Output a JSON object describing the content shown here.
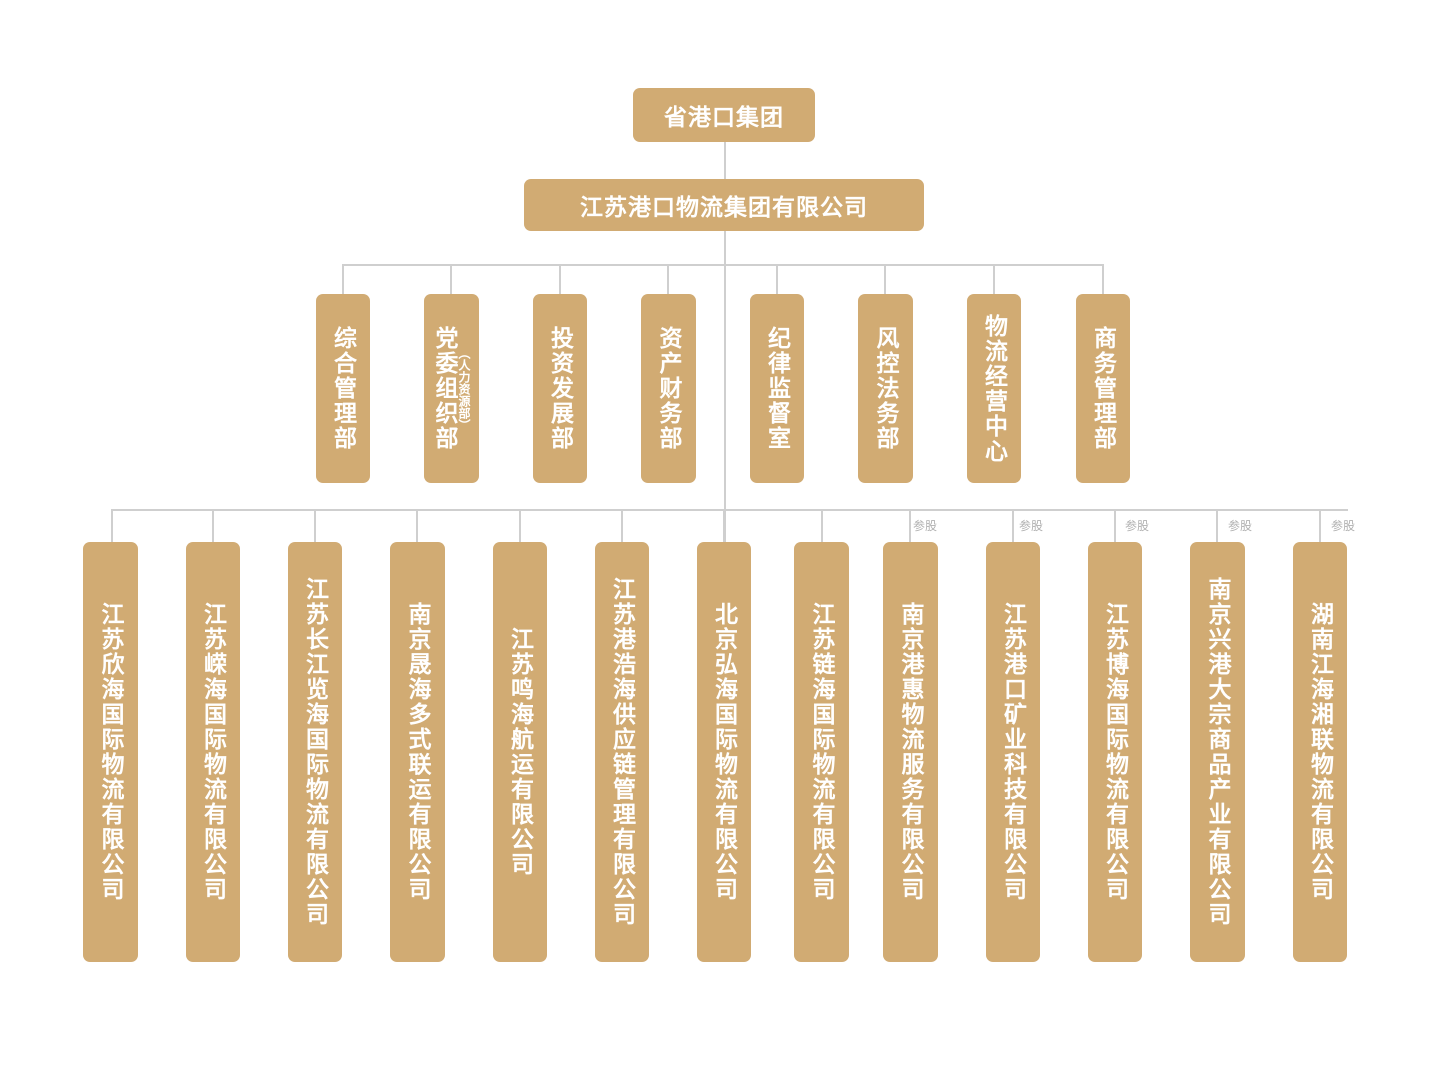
{
  "top": {
    "label": "省港口集团"
  },
  "company": {
    "label": "江苏港口物流集团有限公司"
  },
  "departments": [
    {
      "label": "综合管理部",
      "note": ""
    },
    {
      "label": "党委组织部",
      "note": "（人力资源部）"
    },
    {
      "label": "投资发展部",
      "note": ""
    },
    {
      "label": "资产财务部",
      "note": ""
    },
    {
      "label": "纪律监督室",
      "note": ""
    },
    {
      "label": "风控法务部",
      "note": ""
    },
    {
      "label": "物流经营中心",
      "note": ""
    },
    {
      "label": "商务管理部",
      "note": ""
    }
  ],
  "subsidiaries": [
    {
      "label": "江苏欣海国际物流有限公司",
      "tag": ""
    },
    {
      "label": "江苏嵘海国际物流有限公司",
      "tag": ""
    },
    {
      "label": "江苏长江览海国际物流有限公司",
      "tag": ""
    },
    {
      "label": "南京晟海多式联运有限公司",
      "tag": ""
    },
    {
      "label": "江苏鸣海航运有限公司",
      "tag": ""
    },
    {
      "label": "江苏港浩海供应链管理有限公司",
      "tag": ""
    },
    {
      "label": "北京弘海国际物流有限公司",
      "tag": ""
    },
    {
      "label": "江苏链海国际物流有限公司",
      "tag": ""
    },
    {
      "label": "南京港惠物流服务有限公司",
      "tag": "参股"
    },
    {
      "label": "江苏港口矿业科技有限公司",
      "tag": "参股"
    },
    {
      "label": "江苏博海国际物流有限公司",
      "tag": "参股"
    },
    {
      "label": "南京兴港大宗商品产业有限公司",
      "tag": "参股"
    },
    {
      "label": "湖南江海湘联物流有限公司",
      "tag": "参股"
    }
  ],
  "colors": {
    "box": "#d1ab73",
    "line": "#cfcfcf",
    "text": "#ffffff",
    "tag": "#b0b0b0"
  }
}
